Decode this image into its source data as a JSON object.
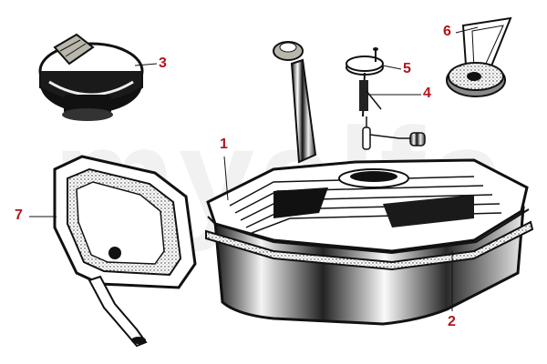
{
  "callouts": {
    "c1": "1",
    "c2": "2",
    "c3": "3",
    "c4": "4",
    "c5": "5",
    "c6": "6",
    "c7": "7"
  },
  "watermark": "myalfa",
  "colors": {
    "callout": "#b3141b",
    "ink": "#111111",
    "paper": "#ffffff",
    "cap_top": "#b9b6ac"
  },
  "parts": [
    "fuel-tank-icon",
    "tank-strap-icon",
    "fuel-cap-icon",
    "fuel-sender-icon",
    "sender-gasket-icon",
    "bracket-icon",
    "tank-cover-icon"
  ]
}
